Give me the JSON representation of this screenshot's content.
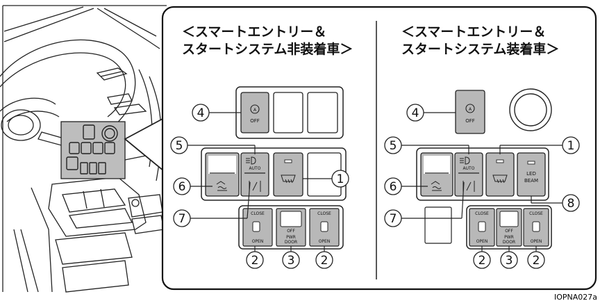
{
  "panels": {
    "left": {
      "title_line1": "＜スマートエントリー＆",
      "title_line2": "スタートシステム非装着車＞"
    },
    "right": {
      "title_line1": "＜スマートエントリー＆",
      "title_line2": "スタートシステム装着車＞"
    }
  },
  "callouts": [
    "1",
    "2",
    "3",
    "4",
    "5",
    "6",
    "7",
    "8"
  ],
  "button_text": {
    "stop_start_off": "OFF",
    "auto": "AUTO",
    "led": "LED",
    "beam": "BEAM",
    "close": "CLOSE",
    "open": "OPEN",
    "pwr": "PWR",
    "door": "DOOR",
    "off": "OFF"
  },
  "figure_id": "IOPNA027a"
}
